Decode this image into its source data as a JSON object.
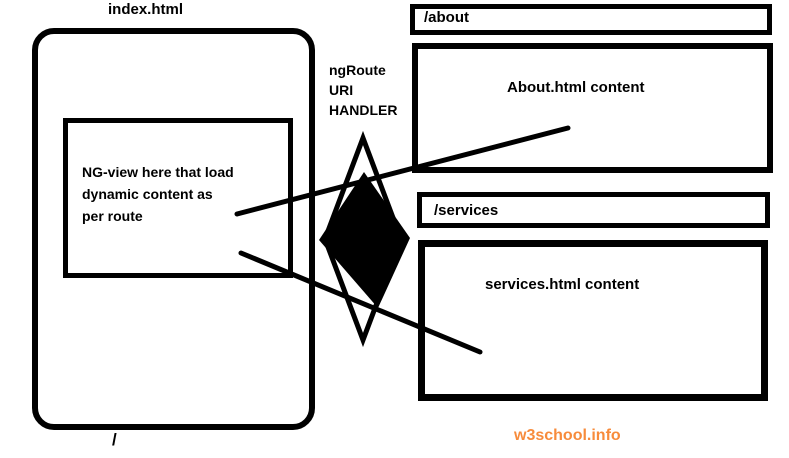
{
  "canvas": {
    "background": "#FFFFFF",
    "ink": "#000000"
  },
  "index_window": {
    "title": "index.html",
    "route_label": "/",
    "ng_view": {
      "lines": [
        "NG-view here that load",
        "dynamic content as",
        "per route"
      ]
    }
  },
  "handler": {
    "lines": [
      "ngRoute",
      "URI",
      "HANDLER"
    ]
  },
  "routes": [
    {
      "path": "/about",
      "content": "About.html content"
    },
    {
      "path": "/services",
      "content": "services.html content"
    }
  ],
  "watermark": {
    "text": "w3school.info",
    "color": "#F78B3B"
  }
}
